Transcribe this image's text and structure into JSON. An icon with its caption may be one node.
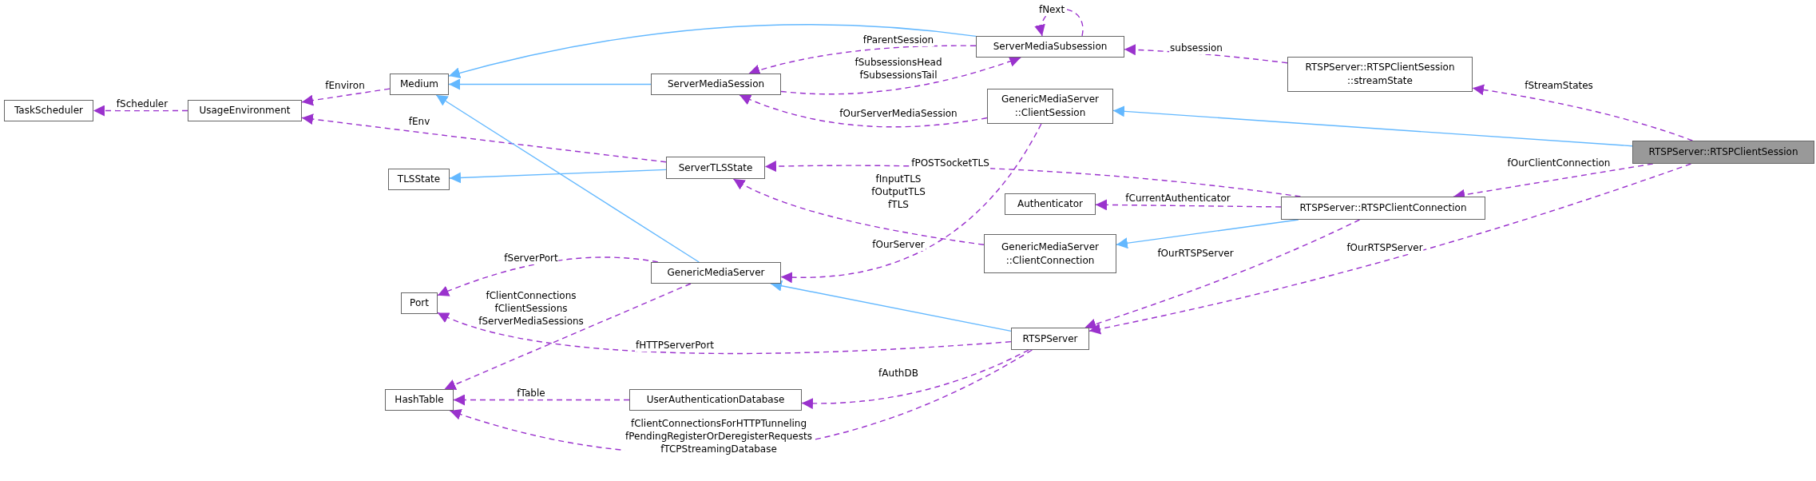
{
  "diagram": {
    "nodes": [
      {
        "text": [
          "TaskScheduler"
        ]
      },
      {
        "text": [
          "UsageEnvironment"
        ]
      },
      {
        "text": [
          "Medium"
        ]
      },
      {
        "text": [
          "TLSState"
        ]
      },
      {
        "text": [
          "Port"
        ]
      },
      {
        "text": [
          "HashTable"
        ]
      },
      {
        "text": [
          "ServerMediaSession"
        ]
      },
      {
        "text": [
          "ServerMediaSubsession"
        ]
      },
      {
        "text": [
          "GenericMediaServer ::ClientSession"
        ]
      },
      {
        "text": [
          "ServerTLSState"
        ]
      },
      {
        "text": [
          "Authenticator"
        ]
      },
      {
        "text": [
          "GenericMediaServer"
        ]
      },
      {
        "text": [
          "GenericMediaServer ::ClientConnection"
        ]
      },
      {
        "text": [
          "RTSPServer"
        ]
      },
      {
        "text": [
          "UserAuthenticationDatabase"
        ]
      },
      {
        "text": [
          "RTSPServer::RTSPClientSession ::streamState"
        ]
      },
      {
        "text": [
          "RTSPServer::RTSPClientConnection"
        ]
      },
      {
        "text": [
          "RTSPServer::RTSPClientSession"
        ]
      }
    ],
    "edges": [
      {
        "from": 1,
        "to": 0,
        "arrow": "to",
        "label": "fScheduler",
        "style": "dashed"
      },
      {
        "from": 2,
        "to": 1,
        "arrow": "to",
        "label": "fEnviron",
        "style": "dashed"
      },
      {
        "from": 9,
        "to": 1,
        "arrow": "to",
        "label": "fEnv",
        "style": "dashed"
      },
      {
        "from": 7,
        "to": 2,
        "arrow": "to",
        "color": "#63b8ff"
      },
      {
        "from": 6,
        "to": 2,
        "arrow": "to",
        "color": "#63b8ff"
      },
      {
        "from": 11,
        "to": 2,
        "arrow": "to",
        "color": "#63b8ff"
      },
      {
        "from": 9,
        "to": 3,
        "arrow": "to",
        "color": "#63b8ff"
      },
      {
        "from": 7,
        "to": 7,
        "arrow": "to",
        "label": "fNext",
        "style": "dashed"
      },
      {
        "from": 7,
        "to": 6,
        "arrow": "to",
        "label": "fParentSession",
        "style": "dashed"
      },
      {
        "from": 6,
        "to": 7,
        "arrow": "to",
        "label": "fSubsessionsHead fSubsessionsTail",
        "style": "dashed"
      },
      {
        "from": 15,
        "to": 7,
        "arrow": "to",
        "label": "subsession",
        "style": "dashed"
      },
      {
        "from": 8,
        "to": 6,
        "arrow": "to",
        "label": "fOurServerMediaSession",
        "style": "dashed"
      },
      {
        "from": 8,
        "to": 11,
        "arrow": "to",
        "label": "fOurServer",
        "style": "dashed"
      },
      {
        "from": 16,
        "to": 9,
        "arrow": "to",
        "label": "fPOSTSocketTLS",
        "style": "dashed"
      },
      {
        "from": 12,
        "to": 9,
        "arrow": "to",
        "label": "fInputTLS fOutputTLS fTLS",
        "style": "dashed"
      },
      {
        "from": 16,
        "to": 10,
        "arrow": "to",
        "label": "fCurrentAuthenticator",
        "style": "dashed"
      },
      {
        "from": 17,
        "to": 8,
        "arrow": "to",
        "color": "#63b8ff"
      },
      {
        "from": 16,
        "to": 12,
        "arrow": "to",
        "color": "#63b8ff"
      },
      {
        "from": 13,
        "to": 11,
        "arrow": "to",
        "color": "#63b8ff"
      },
      {
        "from": 11,
        "to": 4,
        "arrow": "to",
        "label": "fServerPort",
        "style": "dashed"
      },
      {
        "from": 11,
        "to": 5,
        "arrow": "to",
        "label": "fClientConnections fClientSessions fServerMediaSessions",
        "style": "dashed"
      },
      {
        "from": 13,
        "to": 4,
        "arrow": "to",
        "label": "fHTTPServerPort",
        "style": "dashed"
      },
      {
        "from": 13,
        "to": 14,
        "arrow": "to",
        "label": "fAuthDB",
        "style": "dashed"
      },
      {
        "from": 14,
        "to": 5,
        "arrow": "to",
        "label": "fTable",
        "style": "dashed"
      },
      {
        "from": 13,
        "to": 5,
        "arrow": "to",
        "label": "fClientConnectionsForHTTPTunneling fPendingRegisterOrDeregisterRequests fTCPStreamingDatabase",
        "style": "dashed"
      },
      {
        "from": 17,
        "to": 15,
        "arrow": "to",
        "label": "fStreamStates",
        "style": "dashed"
      },
      {
        "from": 17,
        "to": 16,
        "arrow": "to",
        "label": "fOurClientConnection",
        "style": "dashed"
      },
      {
        "from": 16,
        "to": 13,
        "arrow": "to",
        "label": "fOurRTSPServer",
        "style": "dashed"
      },
      {
        "from": 17,
        "to": 13,
        "arrow": "to",
        "label": "fOurRTSPServer",
        "style": "dashed"
      }
    ]
  }
}
